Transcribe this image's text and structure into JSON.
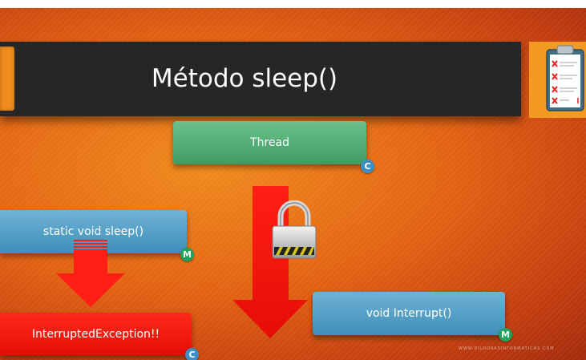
{
  "slide": {
    "title": "Método sleep()",
    "watermark": "WWW.PILDORASINFORMATICAS.COM"
  },
  "boxes": {
    "thread": {
      "label": "Thread",
      "badge": "C",
      "color": "#4caf72"
    },
    "sleep_method": {
      "label": "static void sleep()",
      "badge": "M",
      "color": "#4a9ec9"
    },
    "interrupt_method": {
      "label": "void Interrupt()",
      "badge": "M",
      "color": "#4a9ec9"
    },
    "exception": {
      "label": "InterruptedException!!",
      "badge": "C",
      "color": "#ff1a0f"
    }
  },
  "icons": {
    "lock": "padlock-icon",
    "clipboard": "clipboard-checklist-icon"
  }
}
